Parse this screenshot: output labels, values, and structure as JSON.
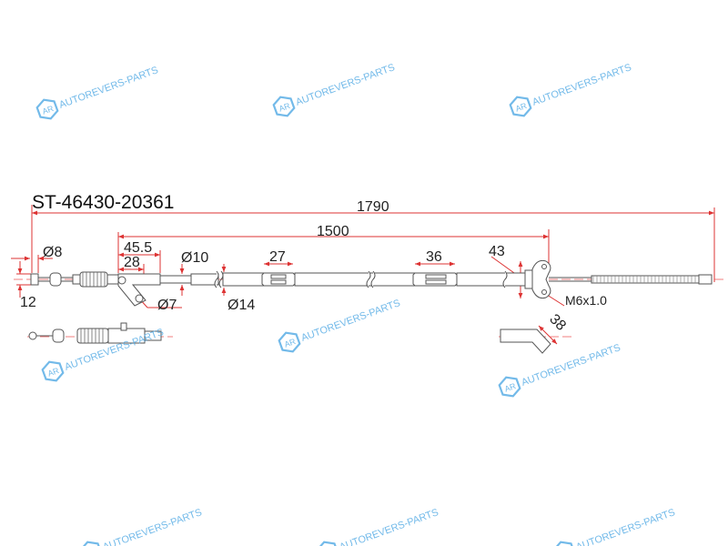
{
  "part_number": "ST-46430-20361",
  "watermark": "AUTOREVERS-PARTS",
  "watermark_logo": "AR",
  "dimensions": {
    "total_length": "1790",
    "sheath_length": "1500",
    "d_45_5": "45.5",
    "d_28": "28",
    "dia_8": "Ø8",
    "dia_10": "Ø10",
    "dia_7": "Ø7",
    "dia_14": "Ø14",
    "d_12": "12",
    "d_27": "27",
    "d_36": "36",
    "d_43": "43",
    "thread": "M6x1.0",
    "d_38": "38"
  },
  "colors": {
    "dimension": "#dd3333",
    "watermark": "#5aaee6",
    "part": "#555555"
  }
}
